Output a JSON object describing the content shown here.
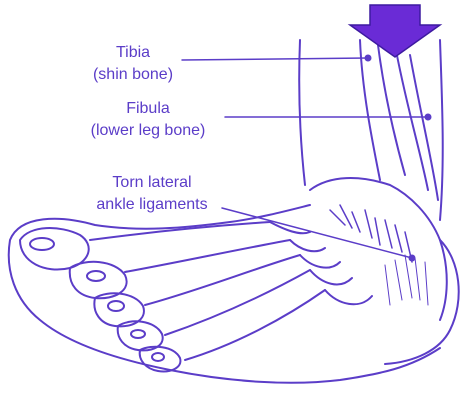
{
  "colors": {
    "ink": "#5b3dc8",
    "arrow": "#6a2bd6",
    "background": "#ffffff"
  },
  "labels": {
    "tibia": {
      "line1": "Tibia",
      "line2": "(shin bone)"
    },
    "fibula": {
      "line1": "Fibula",
      "line2": "(lower leg bone)"
    },
    "ligaments": {
      "line1": "Torn lateral",
      "line2": "ankle ligaments"
    }
  },
  "icons": {
    "force_arrow": "down-arrow-icon"
  }
}
